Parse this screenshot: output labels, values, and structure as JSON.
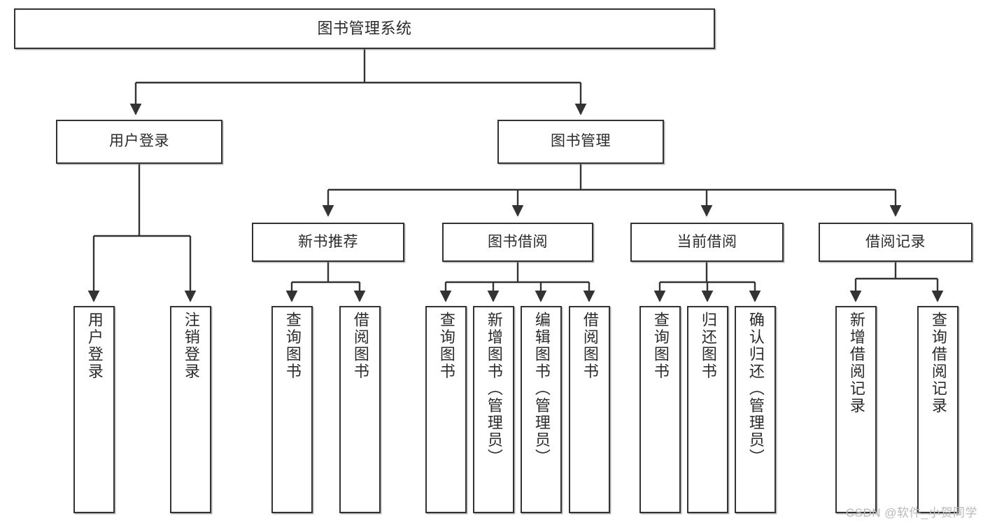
{
  "diagram": {
    "title": "图书管理系统",
    "type": "tree",
    "root": {
      "label": "图书管理系统"
    },
    "level2": [
      {
        "label": "用户登录"
      },
      {
        "label": "图书管理"
      }
    ],
    "level3": [
      {
        "label": "新书推荐"
      },
      {
        "label": "图书借阅"
      },
      {
        "label": "当前借阅"
      },
      {
        "label": "借阅记录"
      }
    ],
    "leaves": {
      "user_login": [
        {
          "label": "用户登录"
        },
        {
          "label": "注销登录"
        }
      ],
      "new_book_recommend": [
        {
          "label": "查询图书"
        },
        {
          "label": "借阅图书"
        }
      ],
      "book_borrow": [
        {
          "label": "查询图书"
        },
        {
          "label": "新增图书（管理员）"
        },
        {
          "label": "编辑图书（管理员）"
        },
        {
          "label": "借阅图书"
        }
      ],
      "current_borrow": [
        {
          "label": "查询图书"
        },
        {
          "label": "归还图书"
        },
        {
          "label": "确认归还（管理员）"
        }
      ],
      "borrow_record": [
        {
          "label": "新增借阅记录"
        },
        {
          "label": "查询借阅记录"
        }
      ]
    },
    "watermark": "CSDN @软件_小贺同学",
    "colors": {
      "stroke": "#333333",
      "text": "#2b2b2b",
      "background": "#ffffff",
      "watermark": "#b9b9b9"
    }
  }
}
